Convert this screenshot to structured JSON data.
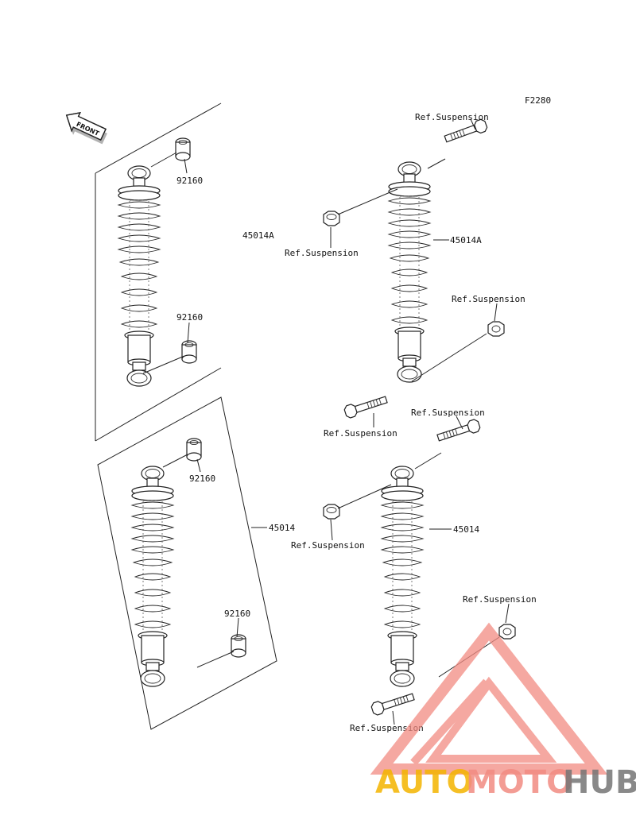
{
  "figure_code": "F2280",
  "front_label": "FRONT",
  "parts": {
    "p92160_a": "92160",
    "p92160_b": "92160",
    "p92160_c": "92160",
    "p92160_d": "92160",
    "p45014A_left": "45014A",
    "p45014A_right": "45014A",
    "p45014_left": "45014",
    "p45014_right": "45014"
  },
  "refs": {
    "r1": "Ref.Suspension",
    "r2": "Ref.Suspension",
    "r3": "Ref.Suspension",
    "r4": "Ref.Suspension",
    "r5": "Ref.Suspension",
    "r6": "Ref.Suspension",
    "r7": "Ref.Suspension",
    "r8": "Ref.Suspension"
  },
  "watermark": {
    "auto": "AUTO",
    "moto": "MOTO",
    "hub": "HUB",
    "colors": {
      "auto": "#f4b400",
      "moto": "#f28b82",
      "hub": "#757575",
      "logo": "#f28b82"
    }
  }
}
